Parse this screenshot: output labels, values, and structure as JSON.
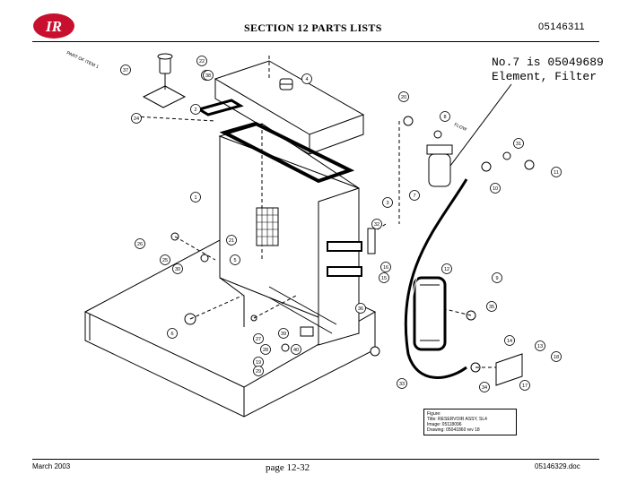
{
  "header": {
    "logo_text": "IR",
    "section_title": "SECTION 12   PARTS LISTS",
    "doc_number": "05146311"
  },
  "note": {
    "line1": "No.7 is 05049689",
    "line2": "Element, Filter"
  },
  "diagram": {
    "part_of_label": "PART OF ITEM 1",
    "flow_label": "FLOW",
    "callouts": [
      "1",
      "2",
      "3",
      "4",
      "5",
      "6",
      "7",
      "8",
      "9",
      "10",
      "11",
      "12",
      "13",
      "14",
      "15",
      "16",
      "17",
      "18",
      "19",
      "20",
      "21",
      "22",
      "23",
      "24",
      "25",
      "26",
      "27",
      "28",
      "29",
      "30",
      "31",
      "32",
      "33",
      "34",
      "35",
      "36",
      "37",
      "38",
      "39",
      "40"
    ]
  },
  "title_block": {
    "figure_label": "Figure:",
    "title": "Title:    RESERVOIR ASSY, SL4",
    "image": "Image:   05118096",
    "drawing": "Drawing: 05041860  rev 18"
  },
  "footer": {
    "date": "March 2003",
    "page": "page 12-32",
    "file": "05146329.doc"
  }
}
